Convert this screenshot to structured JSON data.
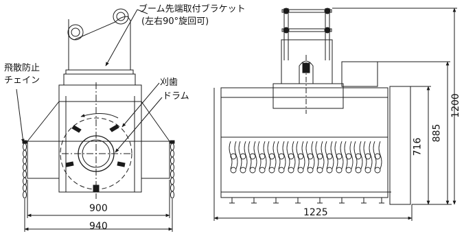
{
  "labels": {
    "bracket_line1": "ブーム先端取付ブラケット",
    "bracket_line2": "(左右90°旋回可)",
    "chain_line1": "飛散防止",
    "chain_line2": "チェイン",
    "blade": "刈歯",
    "drum": "ドラム"
  },
  "dimensions": {
    "front_width_inner": "900",
    "front_width_outer": "940",
    "side_length": "1225",
    "height_716": "716",
    "height_885": "885",
    "height_1200": "1200"
  },
  "colors": {
    "line": "#1a1a1a",
    "background": "#ffffff"
  }
}
